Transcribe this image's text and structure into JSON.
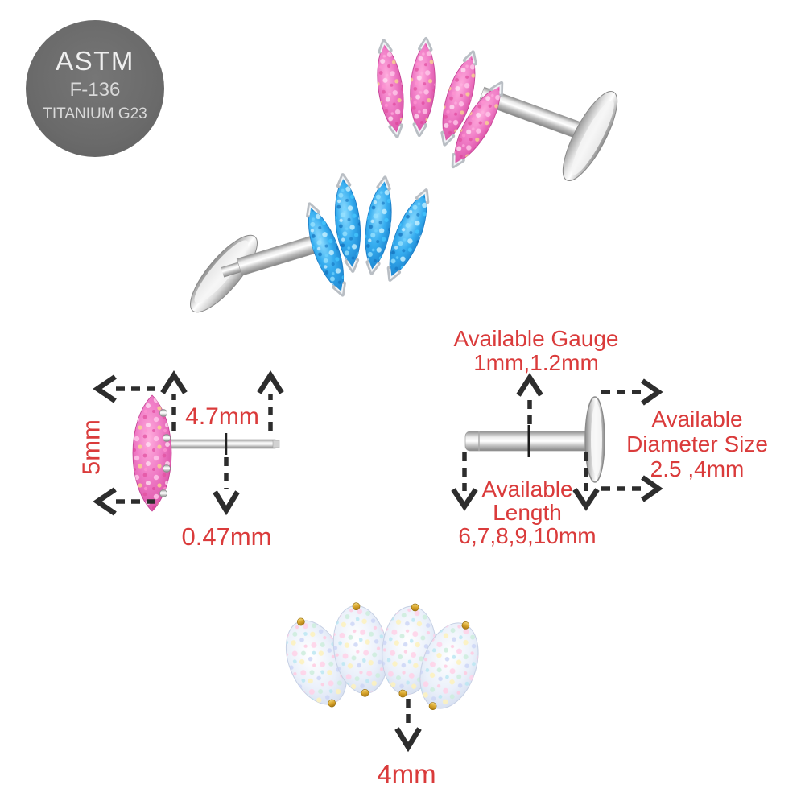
{
  "badge": {
    "standard": "ASTM",
    "grade": "F-136",
    "material": "TITANIUM G23"
  },
  "products": [
    {
      "name": "pink-opal-marquise-fan-labret",
      "stone_color": "#ee6cbe",
      "metal_color": "#c9c9c9"
    },
    {
      "name": "blue-opal-marquise-fan-labret",
      "stone_color": "#2ba6ee",
      "metal_color": "#c9c9c9"
    },
    {
      "name": "white-opal-marquise-fan-top",
      "stone_color": "#e7eefb",
      "metal_color": "#d9a62c"
    }
  ],
  "left_diagram": {
    "stone_height": "5mm",
    "post_length": "4.7mm",
    "post_thickness": "0.47mm"
  },
  "right_diagram": {
    "gauge_title": "Available Gauge",
    "gauge_values": "1mm,1.2mm",
    "diameter_line1": "Available",
    "diameter_line2": "Diameter Size",
    "diameter_values": "2.5 ,4mm",
    "length_line1": "Available",
    "length_line2": "Length",
    "length_values": "6,7,8,9,10mm"
  },
  "bottom_diagram": {
    "stone_width": "4mm"
  },
  "colors": {
    "label_red": "#da3b3b",
    "arrow_dark": "#2d2d2d",
    "badge_gray": "#6b6b6b",
    "background": "#ffffff"
  },
  "icons": {
    "measure_arrow": "dashed line with open chevron head"
  }
}
